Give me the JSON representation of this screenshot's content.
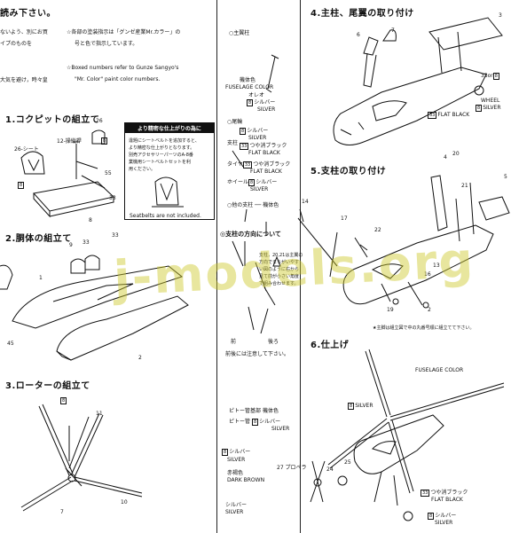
{
  "header": {
    "title": "読み下さい。",
    "left_lines": [
      "ないよう、別にお買",
      "イプのものを",
      "大気を避け，時々皇"
    ],
    "jp_note_a": "☆各部の塗装指示は「グンゼ産業Mr.カラー」の",
    "jp_note_b": "号と色で指示しています。",
    "en_note_a": "☆Boxed numbers refer to Gunze Sangyo's",
    "en_note_b": "\"Mr. Color\" paint color numbers."
  },
  "steps": {
    "s1": "1.コクピットの組立て",
    "s2": "2.胴体の組立て",
    "s3": "3.ローターの組立て",
    "s4": "4.主柱、尾翼の取り付け",
    "s5": "5.支柱の取り付け",
    "s6": "6.仕上げ"
  },
  "step1": {
    "seat": "26-シート",
    "stick": "12-操縦桿",
    "callout_title": "より精密な仕上がりの為に",
    "callout_lines": [
      "違題にシートベルトを追加すると、",
      "より精密な仕上がりとなります。",
      "別売アクセサリーパーツのA-8番",
      "業機用シートベルトセットを利",
      "用ください。"
    ],
    "seatbelts": "Seatbelts are not included."
  },
  "middle": {
    "main_pillar": "○主翼柱",
    "fuselage_color_jp": "機体色",
    "fuselage_color": "FUSELAGE COLOR",
    "oleo": "オレオ",
    "silver_jp": "シルバー",
    "silver": "SILVER",
    "tail": "○尾輪",
    "strut": "支柱",
    "flat_black_jp": "つや消ブラック",
    "flat_black": "FLAT BLACK",
    "tire": "タイヤ",
    "wheel": "ホイール",
    "other_strut": "○他の支柱 ── 機体色",
    "strut_dir_title": "◎支柱の方向について",
    "strut_dir_text": [
      "支柱，20,21は主翼の",
      "方向でまちがいやす",
      "い図のように右から",
      "見て前が小さい角度",
      "で組み合わせます。"
    ],
    "front": "前",
    "rear": "後ろ",
    "front_rear_note": "前後には注意して下さい。",
    "pitot_tube_jp": "ピトー管基部",
    "pitot_jp": "ピトー管",
    "fuselage_word": "機体色",
    "dark_brown_jp": "赤褐色",
    "dark_brown": "DARK BROWN",
    "propeller": "27 プロペラ"
  },
  "step4": {
    "label_33": "33or",
    "wheel": "WHEEL",
    "silver": "SILVER",
    "flat_black": "FLAT BLACK"
  },
  "step5": {
    "note": "★主脚は組立図で中の丸番号順に組立てて下さい。"
  },
  "step6": {
    "fuselage": "FUSELAGE COLOR",
    "silver": "SILVER",
    "flat_black_jp": "つや消ブラック",
    "flat_black": "FLAT BLACK",
    "silver_jp": "シルバー"
  },
  "boxes": {
    "b8": "8",
    "b33": "33",
    "b8b": "8"
  },
  "numbers": {
    "n1": "1",
    "n2": "2",
    "n3": "3",
    "n4": "4",
    "n5": "5",
    "n6": "6",
    "n7": "7",
    "n8": "8",
    "n9": "9",
    "n10": "10",
    "n11": "11",
    "n13": "13",
    "n14": "14",
    "n16": "16",
    "n17": "17",
    "n19": "19",
    "n20": "20",
    "n21": "21",
    "n22": "22",
    "n24": "24",
    "n25": "25",
    "n26": "26",
    "n33": "33",
    "n45": "45",
    "n55": "55"
  },
  "watermark": "j-models.org"
}
